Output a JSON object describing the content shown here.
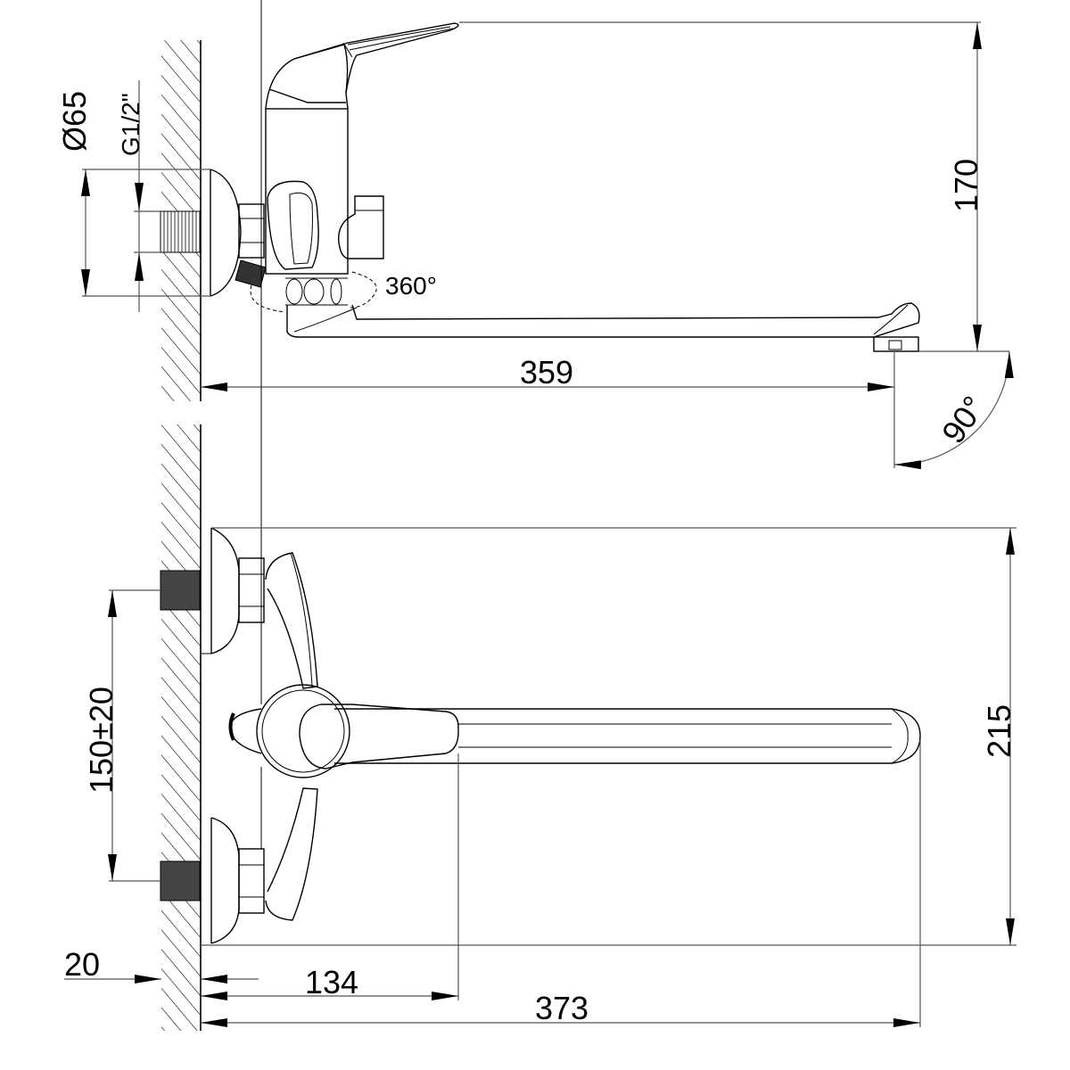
{
  "drawing": {
    "title": "Wall-mounted bath/shower mixer — dimensional drawing",
    "side_view": {
      "labels": {
        "flange_diameter": "Ø65",
        "thread_size": "G1/2\"",
        "swivel_angle": "360°",
        "spout_reach": "359",
        "height_above_outlet": "170",
        "outlet_rotation": "90°"
      }
    },
    "front_view": {
      "labels": {
        "inlet_spacing": "150±20",
        "overall_height": "215",
        "wall_thickness": "20",
        "handle_reach": "134",
        "overall_reach": "373"
      }
    },
    "colors": {
      "line": "#000000",
      "dimension_line": "#555555",
      "background": "#ffffff"
    }
  }
}
